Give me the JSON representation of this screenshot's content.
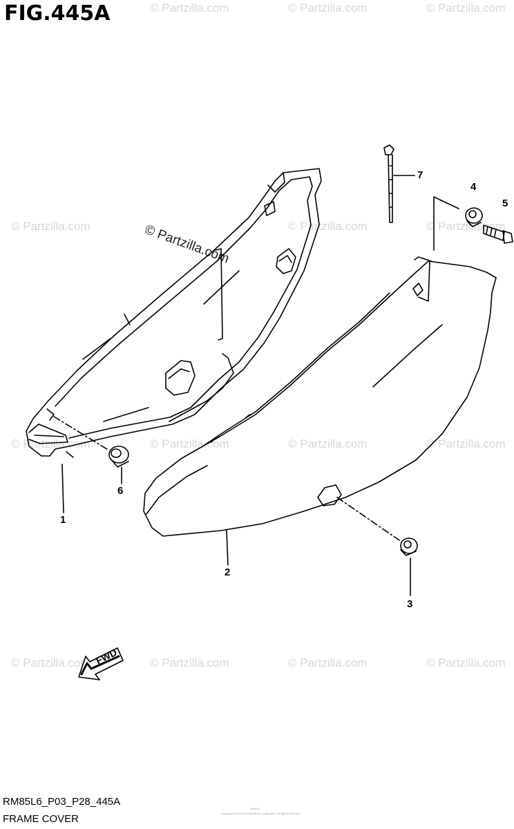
{
  "figure": {
    "title": "FIG.445A"
  },
  "watermark": {
    "tile_text": "© Partzilla.com",
    "center_text": "© Partzilla.com"
  },
  "callouts": [
    {
      "id": "1",
      "label": "1"
    },
    {
      "id": "2",
      "label": "2"
    },
    {
      "id": "3",
      "label": "3"
    },
    {
      "id": "4",
      "label": "4"
    },
    {
      "id": "5",
      "label": "5"
    },
    {
      "id": "6",
      "label": "6"
    },
    {
      "id": "7",
      "label": "7"
    }
  ],
  "fwd_arrow": {
    "label": "FWD"
  },
  "footer": {
    "code": "RM85L6_P03_P28_445A",
    "name": "FRAME COVER",
    "fine_print": "Copyright (c) 2024 Suzuki Motor Corporation. All rights reserved.",
    "fine_code": "445A04"
  }
}
